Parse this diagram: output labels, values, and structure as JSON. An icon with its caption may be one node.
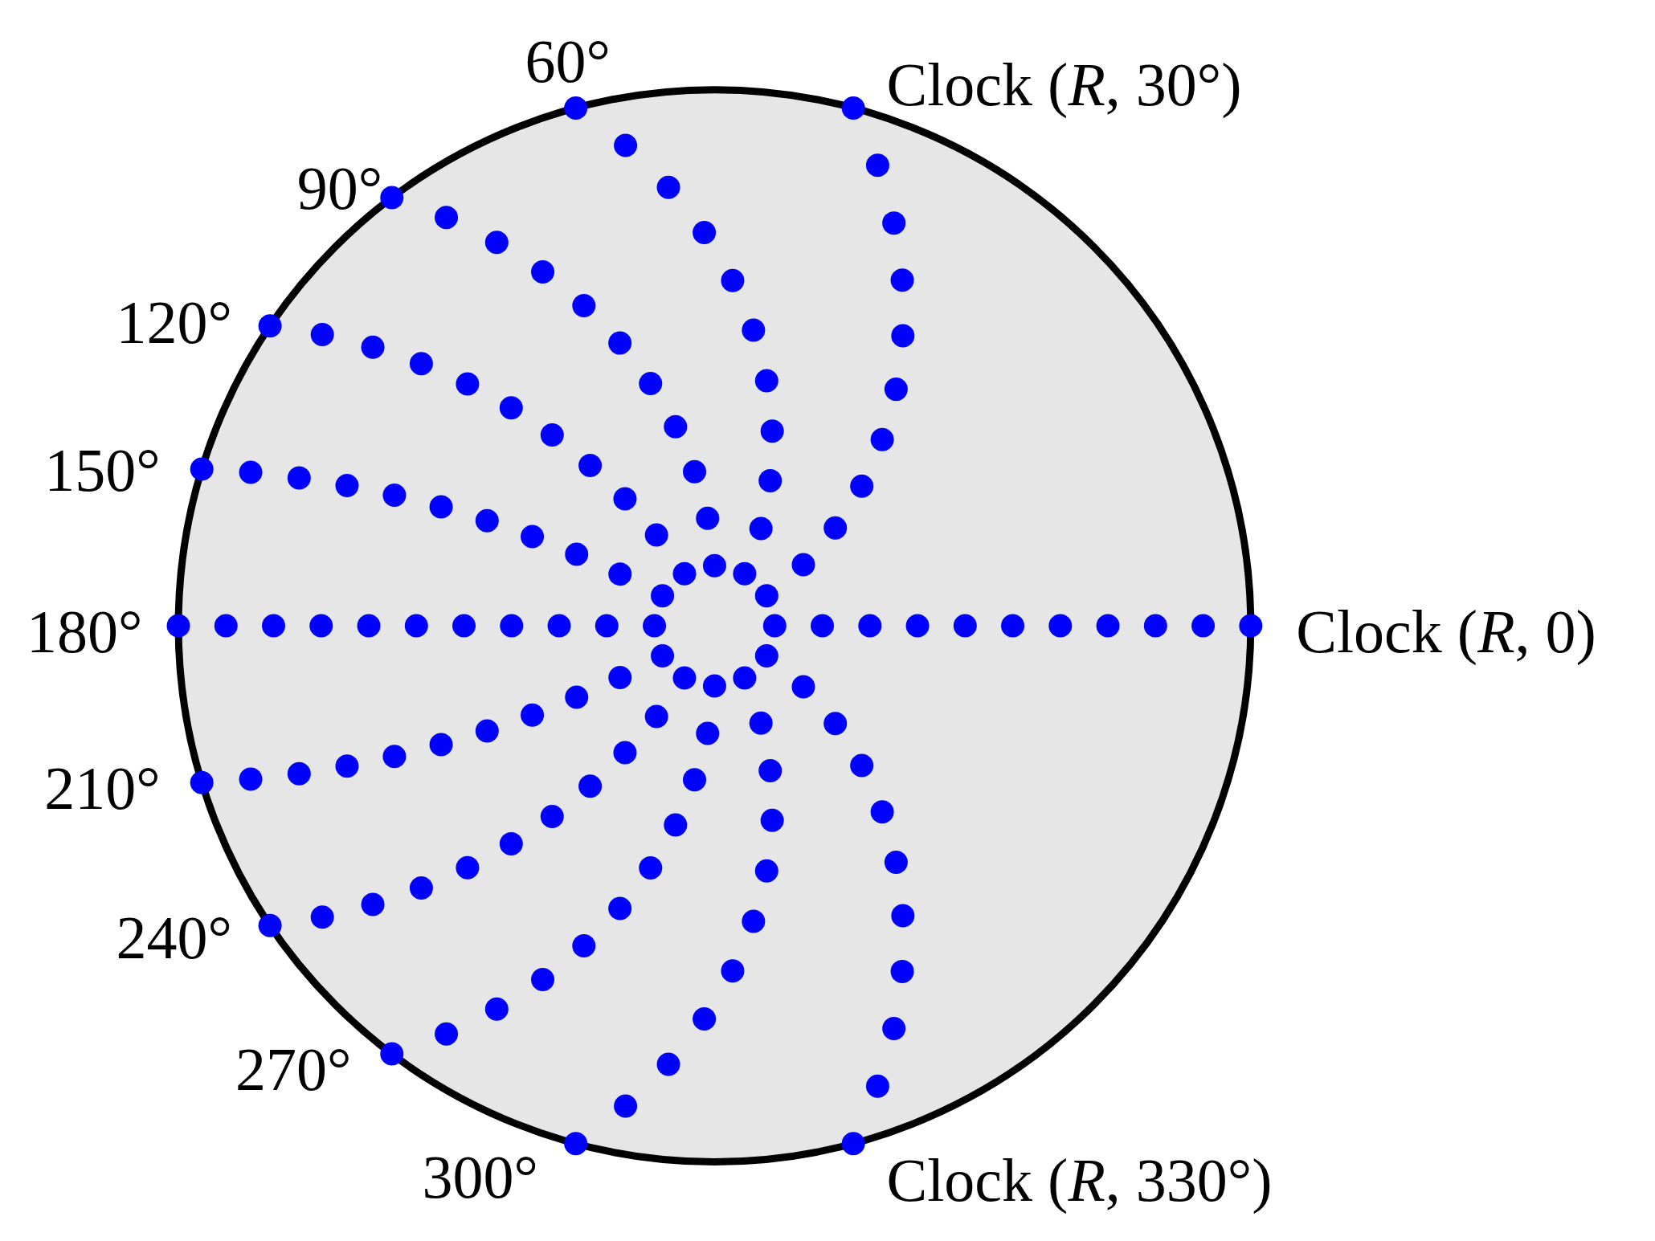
{
  "diagram": {
    "labels": [
      "60°",
      "Clock (*R*, 30°)",
      "90°",
      "120°",
      "150°",
      "180°",
      "Clock (*R*, 0)",
      "210°",
      "240°",
      "270°",
      "300°",
      "Clock (*R*, 330°)"
    ]
  }
}
